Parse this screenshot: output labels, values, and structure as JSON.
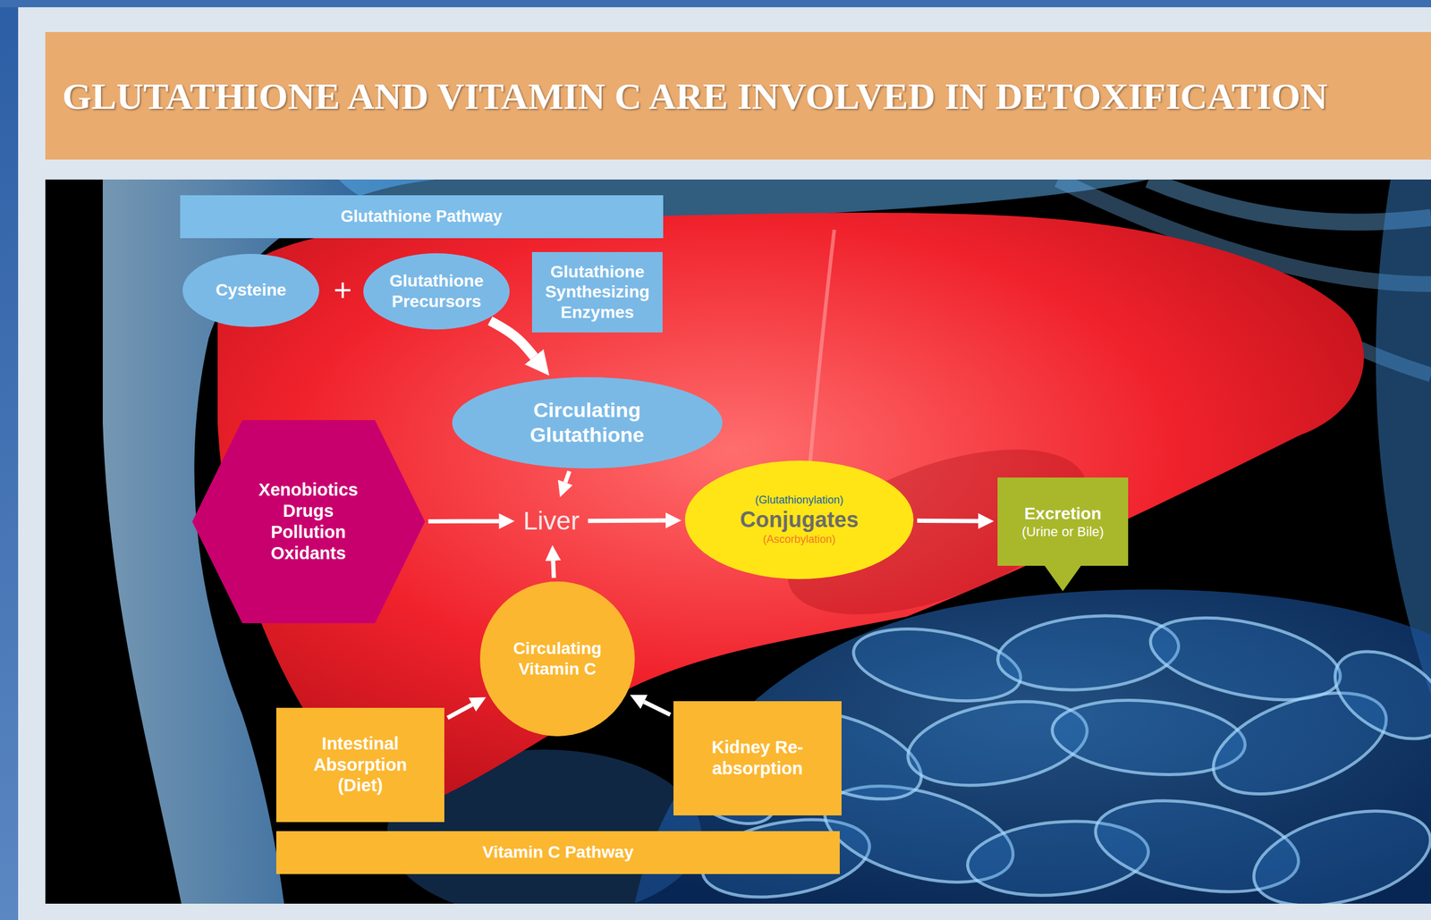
{
  "diagram": {
    "title": "GLUTATHIONE AND VITAMIN C ARE INVOLVED IN DETOXIFICATION",
    "nodes": [
      {
        "text": [
          "Glutathione Pathway"
        ]
      },
      {
        "text": [
          "Cysteine"
        ]
      },
      {
        "text": [
          "Glutathione Precursors"
        ]
      },
      {
        "text": [
          "Glutathione Synthesizing Enzymes"
        ]
      },
      {
        "text": [
          "Circulating Glutathione"
        ]
      },
      {
        "text": [
          "Xenobiotics Drugs Pollution Oxidants"
        ]
      },
      {
        "text": [
          "Liver"
        ]
      },
      {
        "text": [
          "(Glutathionylation)",
          "Conjugates",
          "(Ascorbylation)"
        ]
      },
      {
        "text": [
          "Excretion",
          "(Urine or Bile)"
        ]
      },
      {
        "text": [
          "Circulating Vitamin C"
        ]
      },
      {
        "text": [
          "Intestinal Absorption (Diet)"
        ]
      },
      {
        "text": [
          "Kidney Re-absorption"
        ]
      },
      {
        "text": [
          "Vitamin C Pathway"
        ]
      }
    ],
    "edges": [
      {
        "from": 2,
        "to": 4,
        "arrow": "to"
      },
      {
        "from": 4,
        "to": 6,
        "arrow": "to"
      },
      {
        "from": 5,
        "to": 6,
        "arrow": "to"
      },
      {
        "from": 6,
        "to": 7,
        "arrow": "to"
      },
      {
        "from": 7,
        "to": 8,
        "arrow": "to"
      },
      {
        "from": 9,
        "to": 6,
        "arrow": "to"
      },
      {
        "from": 10,
        "to": 9,
        "arrow": "to"
      },
      {
        "from": 11,
        "to": 9,
        "arrow": "to"
      }
    ],
    "labels": [
      "+"
    ]
  }
}
